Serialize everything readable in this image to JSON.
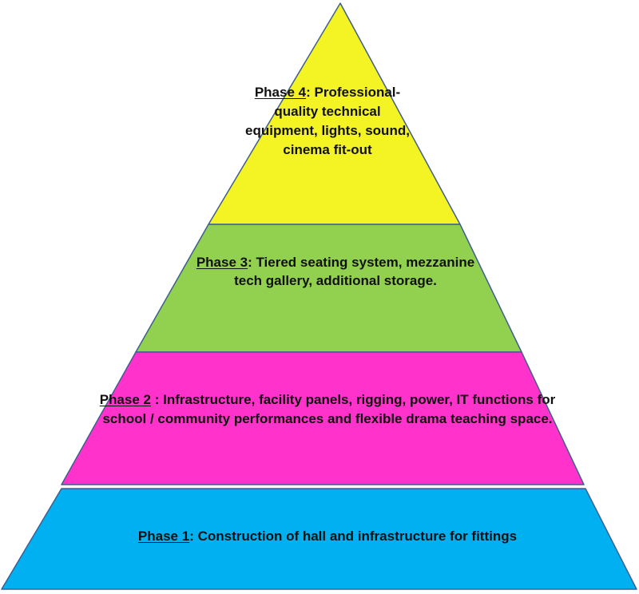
{
  "colors": {
    "phase4": "#F4F324",
    "phase3": "#92D050",
    "phase2": "#FF33CC",
    "phase1": "#00B0F0",
    "outline": "#3F5F8F"
  },
  "tiers": [
    {
      "phase": "Phase 4",
      "separator": ":",
      "text": "Professional-quality technical equipment, lights, sound, cinema fit-out"
    },
    {
      "phase": "Phase 3",
      "separator": ":",
      "text": "Tiered seating system, mezzanine tech gallery, additional storage."
    },
    {
      "phase": "Phase 2",
      "separator": " :",
      "text": "Infrastructure, facility panels, rigging, power, IT functions for school / community performances and flexible drama teaching space."
    },
    {
      "phase": "Phase 1",
      "separator": ":",
      "text": "Construction of hall and infrastructure for fittings"
    }
  ]
}
